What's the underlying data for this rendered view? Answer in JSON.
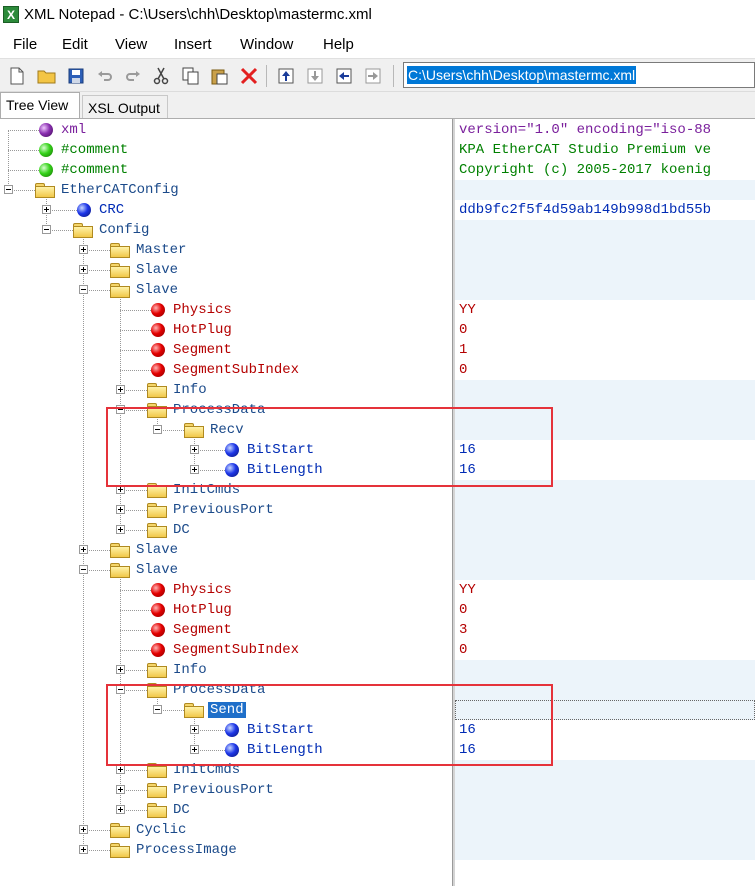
{
  "window": {
    "title": "XML Notepad - C:\\Users\\chh\\Desktop\\mastermc.xml",
    "app_icon_letter": "X"
  },
  "menu": [
    "File",
    "Edit",
    "View",
    "Insert",
    "Window",
    "Help"
  ],
  "toolbar": {
    "icons": [
      "new-file-icon",
      "open-folder-icon",
      "save-icon",
      "undo-icon",
      "redo-icon",
      "cut-icon",
      "copy-icon",
      "paste-icon",
      "delete-icon",
      "nudge-up-icon",
      "nudge-down-icon",
      "nudge-left-icon",
      "nudge-right-icon"
    ],
    "path": "C:\\Users\\chh\\Desktop\\mastermc.xml"
  },
  "tabs": {
    "tree_view": "Tree View",
    "xsl_output": "XSL Output"
  },
  "tree": [
    {
      "label": "xml",
      "icon": "purple",
      "value": "version=\"1.0\" encoding=\"iso-88"
    },
    {
      "label": "#comment",
      "icon": "green",
      "value": "KPA EtherCAT Studio Premium ve"
    },
    {
      "label": "#comment",
      "icon": "green",
      "value": "Copyright (c) 2005-2017 koenig"
    },
    {
      "label": "EtherCATConfig",
      "icon": "folder",
      "value": ""
    },
    {
      "label": "CRC",
      "icon": "blue",
      "value": "ddb9fc2f5f4d59ab149b998d1bd55b"
    },
    {
      "label": "Config",
      "icon": "folder",
      "value": ""
    },
    {
      "label": "Master",
      "icon": "folder",
      "value": ""
    },
    {
      "label": "Slave",
      "icon": "folder",
      "value": ""
    },
    {
      "label": "Slave",
      "icon": "folder",
      "value": ""
    },
    {
      "label": "Physics",
      "icon": "red",
      "value": "YY"
    },
    {
      "label": "HotPlug",
      "icon": "red",
      "value": "0"
    },
    {
      "label": "Segment",
      "icon": "red",
      "value": "1"
    },
    {
      "label": "SegmentSubIndex",
      "icon": "red",
      "value": "0"
    },
    {
      "label": "Info",
      "icon": "folder",
      "value": ""
    },
    {
      "label": "ProcessData",
      "icon": "folder",
      "value": ""
    },
    {
      "label": "Recv",
      "icon": "folder",
      "value": ""
    },
    {
      "label": "BitStart",
      "icon": "blue",
      "value": "16"
    },
    {
      "label": "BitLength",
      "icon": "blue",
      "value": "16"
    },
    {
      "label": "InitCmds",
      "icon": "folder",
      "value": ""
    },
    {
      "label": "PreviousPort",
      "icon": "folder",
      "value": ""
    },
    {
      "label": "DC",
      "icon": "folder",
      "value": ""
    },
    {
      "label": "Slave",
      "icon": "folder",
      "value": ""
    },
    {
      "label": "Slave",
      "icon": "folder",
      "value": ""
    },
    {
      "label": "Physics",
      "icon": "red",
      "value": "YY"
    },
    {
      "label": "HotPlug",
      "icon": "red",
      "value": "0"
    },
    {
      "label": "Segment",
      "icon": "red",
      "value": "3"
    },
    {
      "label": "SegmentSubIndex",
      "icon": "red",
      "value": "0"
    },
    {
      "label": "Info",
      "icon": "folder",
      "value": ""
    },
    {
      "label": "ProcessData",
      "icon": "folder",
      "value": ""
    },
    {
      "label": "Send",
      "icon": "folder",
      "value": "",
      "selected": true
    },
    {
      "label": "BitStart",
      "icon": "blue",
      "value": "16"
    },
    {
      "label": "BitLength",
      "icon": "blue",
      "value": "16"
    },
    {
      "label": "InitCmds",
      "icon": "folder",
      "value": ""
    },
    {
      "label": "PreviousPort",
      "icon": "folder",
      "value": ""
    },
    {
      "label": "DC",
      "icon": "folder",
      "value": ""
    },
    {
      "label": "Cyclic",
      "icon": "folder",
      "value": ""
    },
    {
      "label": "ProcessImage",
      "icon": "folder",
      "value": ""
    }
  ]
}
